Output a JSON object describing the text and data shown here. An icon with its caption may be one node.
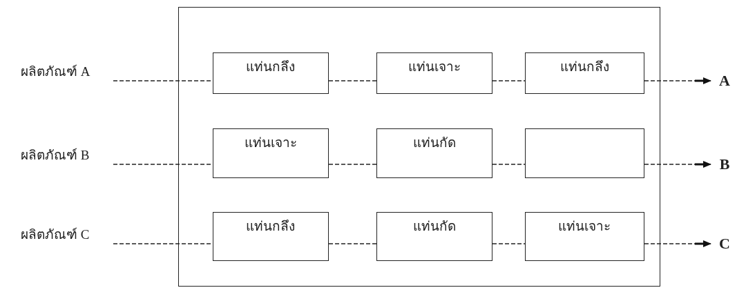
{
  "diagram": {
    "nodes": [
      {
        "text": [],
        "shape": "box"
      },
      {
        "text": [
          "ผลิตภัณฑ์ A"
        ]
      },
      {
        "text": [
          "แท่นกลึง"
        ],
        "in": 0
      },
      {
        "text": [
          "แท่นเจาะ"
        ],
        "in": 0
      },
      {
        "text": [
          "แท่นกลึง"
        ],
        "in": 0
      },
      {
        "text": [
          "A"
        ]
      },
      {
        "text": [
          "ผลิตภัณฑ์ B"
        ]
      },
      {
        "text": [
          "แท่นเจาะ"
        ],
        "in": 0
      },
      {
        "text": [
          "แท่นกัด"
        ],
        "in": 0
      },
      {
        "text": [],
        "shape": "box",
        "in": 0
      },
      {
        "text": [
          "B"
        ]
      },
      {
        "text": [
          "ผลิตภัณฑ์ C"
        ]
      },
      {
        "text": [
          "แท่นกลึง"
        ],
        "in": 0
      },
      {
        "text": [
          "แท่นกัด"
        ],
        "in": 0
      },
      {
        "text": [
          "แท่นเจาะ"
        ],
        "in": 0
      },
      {
        "text": [
          "C"
        ]
      }
    ],
    "edges": [
      {
        "from": 1,
        "to": 2,
        "arrow": "none",
        "style": "dashed"
      },
      {
        "from": 2,
        "to": 3,
        "arrow": "none",
        "style": "dashed"
      },
      {
        "from": 3,
        "to": 4,
        "arrow": "none",
        "style": "dashed"
      },
      {
        "from": 4,
        "to": 5,
        "arrow": "to",
        "style": "dashed"
      },
      {
        "from": 6,
        "to": 7,
        "arrow": "none",
        "style": "dashed"
      },
      {
        "from": 7,
        "to": 8,
        "arrow": "none",
        "style": "dashed"
      },
      {
        "from": 8,
        "to": 9,
        "arrow": "none",
        "style": "dashed"
      },
      {
        "from": 9,
        "to": 10,
        "arrow": "to",
        "style": "dashed"
      },
      {
        "from": 11,
        "to": 12,
        "arrow": "none",
        "style": "dashed"
      },
      {
        "from": 12,
        "to": 13,
        "arrow": "none",
        "style": "dashed"
      },
      {
        "from": 13,
        "to": 14,
        "arrow": "none",
        "style": "dashed"
      },
      {
        "from": 14,
        "to": 15,
        "arrow": "to",
        "style": "dashed"
      }
    ]
  }
}
